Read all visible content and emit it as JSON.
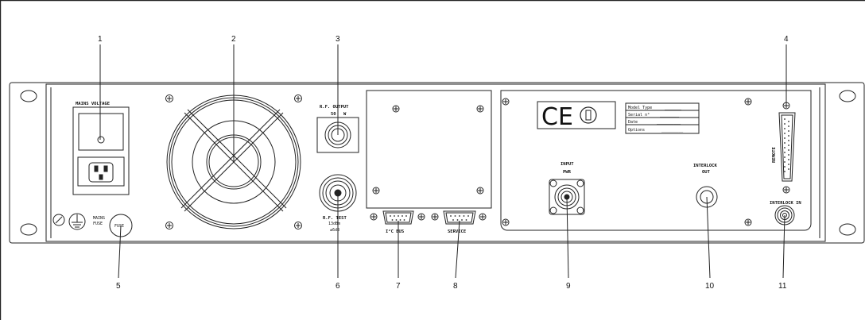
{
  "callouts": [
    "1",
    "2",
    "3",
    "4",
    "5",
    "6",
    "7",
    "8",
    "9",
    "10",
    "11"
  ],
  "labels": {
    "mains_voltage": "MAINS VOLTAGE",
    "mains": "MAINS",
    "fuse_word": "FUSE",
    "fuse_cap": "FUSE",
    "rf_output": "R.F. OUTPUT",
    "ohm": "50",
    "ohm_unit": "W",
    "rf_test": "R.F. TEST",
    "rf_test_level": "13dBm",
    "rf_test_tol": "±6dB",
    "i2c_bus": "I²C BUS",
    "service": "SERVICE",
    "input": "INPUT",
    "pwr": "PWR",
    "interlock": "INTERLOCK",
    "out": "OUT",
    "interlock_in": "INTERLOCK IN",
    "remote": "REMOTE"
  },
  "nameplate": {
    "rows": [
      {
        "label": "Model Type",
        "value": "_______"
      },
      {
        "label": "Serial n°",
        "value": "________"
      },
      {
        "label": "Date",
        "value": "__________"
      },
      {
        "label": "Options",
        "value": "_________"
      }
    ]
  },
  "marks": {
    "ce": "CE"
  }
}
